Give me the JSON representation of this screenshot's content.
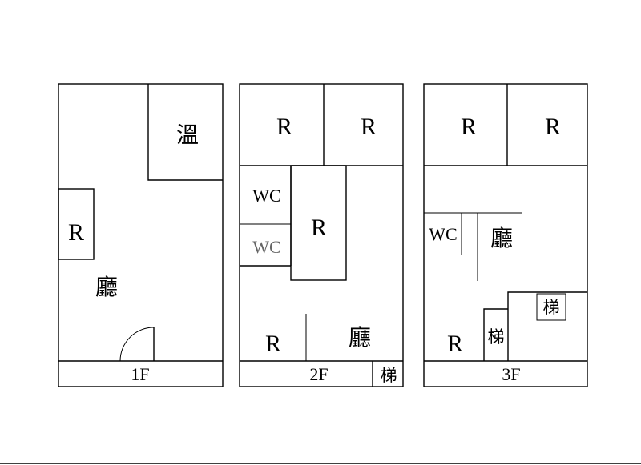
{
  "floors": [
    {
      "name": "1F",
      "rooms": {
        "bath": "溫",
        "bedroom": "R",
        "living": "廳"
      }
    },
    {
      "name": "2F",
      "rooms": {
        "bedroom_a": "R",
        "bedroom_b": "R",
        "wc_a": "WC",
        "wc_b": "WC",
        "bedroom_c": "R",
        "bedroom_d": "R",
        "living": "廳",
        "stairs": "梯"
      }
    },
    {
      "name": "3F",
      "rooms": {
        "bedroom_a": "R",
        "bedroom_b": "R",
        "wc": "WC",
        "living": "廳",
        "stairs_upper": "梯",
        "stairs_lower": "梯",
        "bedroom_c": "R"
      }
    }
  ]
}
